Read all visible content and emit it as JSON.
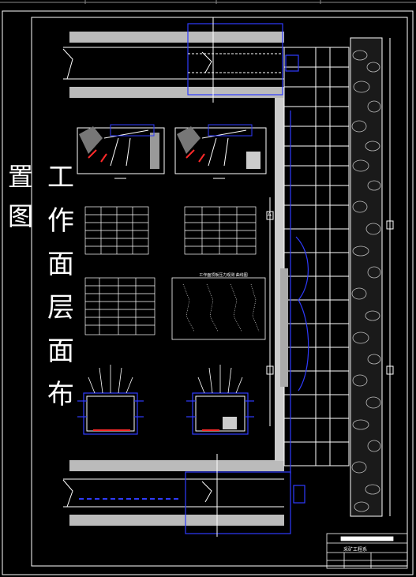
{
  "drawing": {
    "title_chars_outer": [
      "置",
      "图"
    ],
    "title_chars_inner": [
      "工",
      "作",
      "面",
      "层",
      "面",
      "布"
    ],
    "title_block_text": "采矿工程系",
    "chart_caption": "工作面顶板压力观测 曲线图",
    "section_mark": "A"
  },
  "colors": {
    "background": "#000000",
    "line": "#ffffff",
    "accent": "#2f3bff",
    "mark": "#ff2a2a"
  }
}
